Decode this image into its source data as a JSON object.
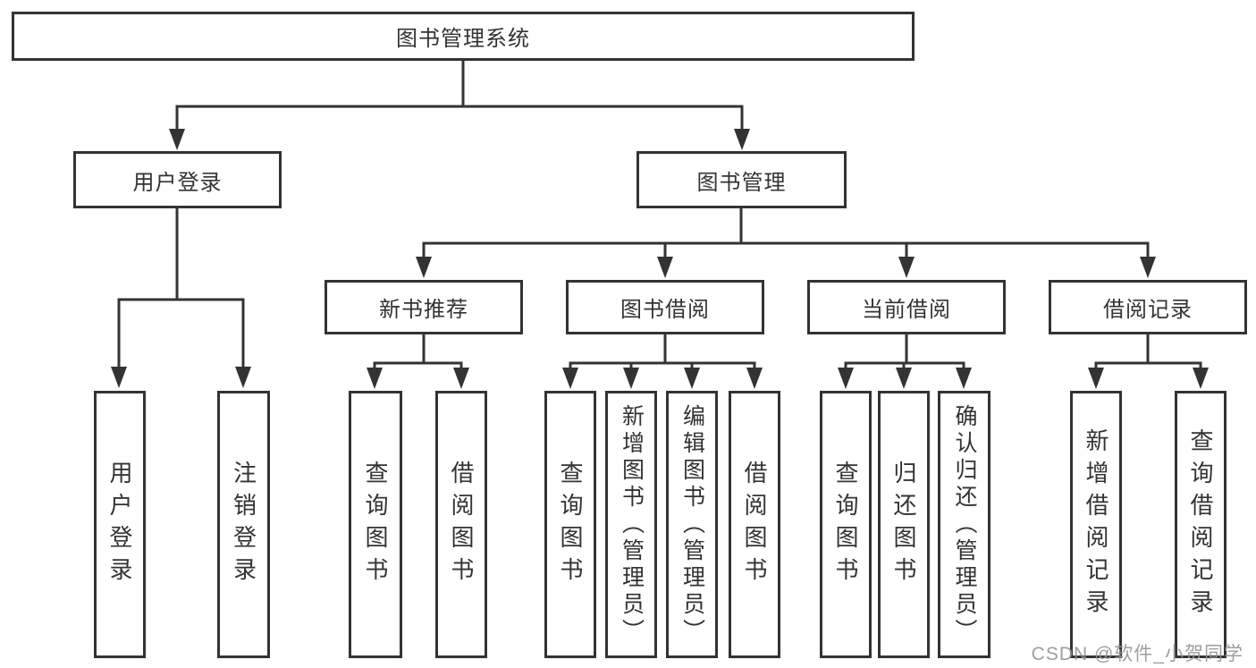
{
  "diagram": {
    "root": {
      "label": "图书管理系统"
    },
    "branches": [
      {
        "label": "用户登录",
        "children": [
          {
            "label": "用户登录"
          },
          {
            "label": "注销登录"
          }
        ]
      },
      {
        "label": "图书管理",
        "children": [
          {
            "label": "新书推荐",
            "children": [
              {
                "label": "查询图书"
              },
              {
                "label": "借阅图书"
              }
            ]
          },
          {
            "label": "图书借阅",
            "children": [
              {
                "label": "查询图书"
              },
              {
                "label": "新增图书（管理员）"
              },
              {
                "label": "编辑图书（管理员）"
              },
              {
                "label": "借阅图书"
              }
            ]
          },
          {
            "label": "当前借阅",
            "children": [
              {
                "label": "查询图书"
              },
              {
                "label": "归还图书"
              },
              {
                "label": "确认归还（管理员）"
              }
            ]
          },
          {
            "label": "借阅记录",
            "children": [
              {
                "label": "新增借阅记录"
              },
              {
                "label": "查询借阅记录"
              }
            ]
          }
        ]
      }
    ]
  },
  "watermark": {
    "text": "CSDN @软件_小贺同学"
  },
  "colors": {
    "line": "#333333",
    "text": "#333333",
    "box_fill": "#ffffff",
    "watermark": "#949494"
  }
}
